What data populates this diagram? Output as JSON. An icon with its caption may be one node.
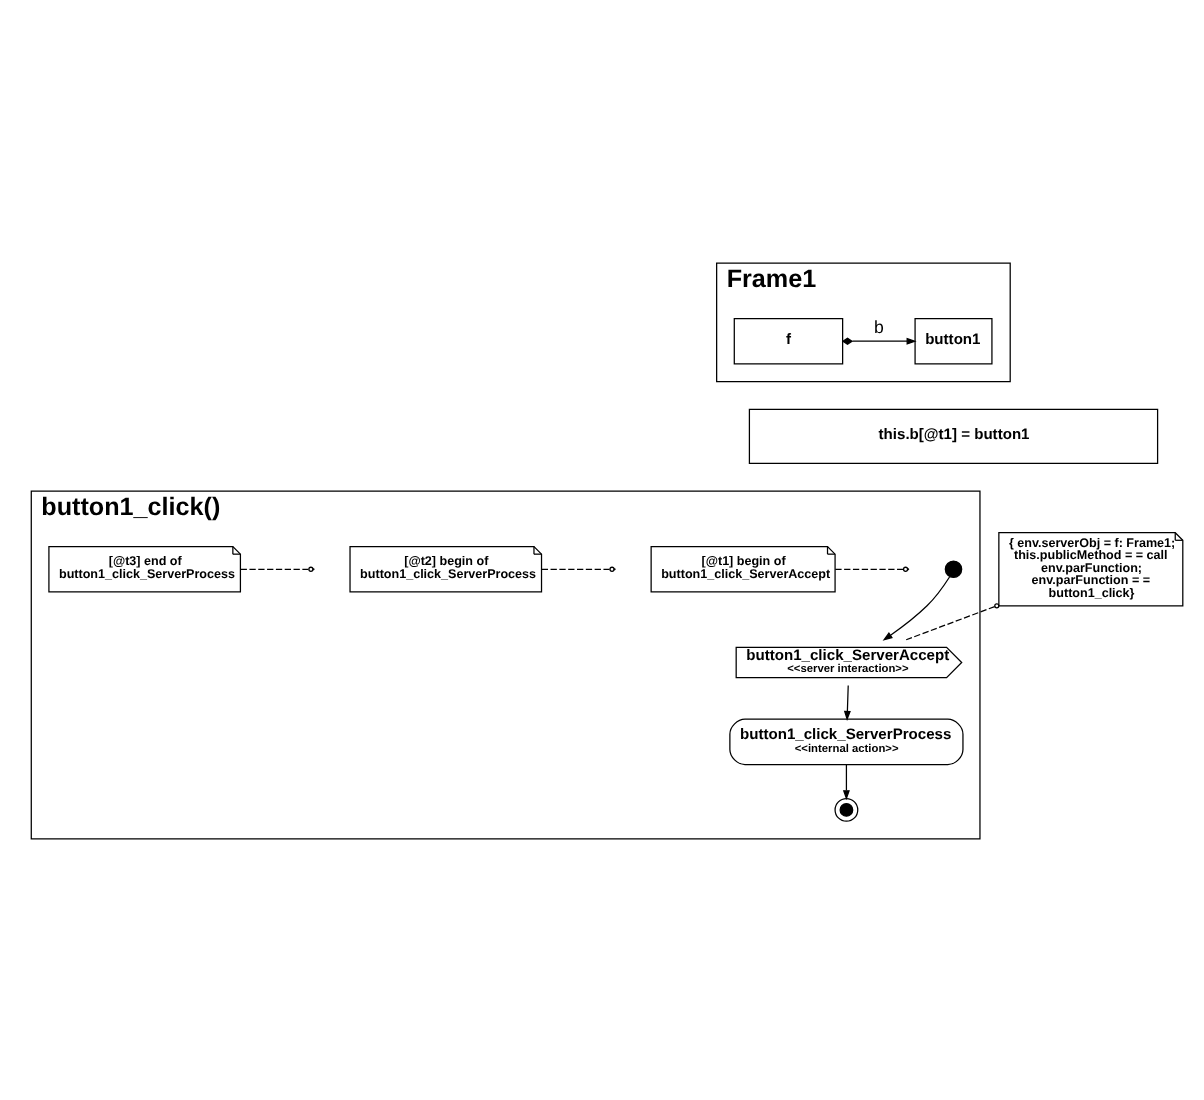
{
  "diagram": {
    "nodes": [
      {
        "text": [
          "Frame1"
        ]
      },
      {
        "text": [
          "button1"
        ],
        "in": 0
      },
      {
        "text": [
          "f"
        ],
        "in": 0
      },
      {
        "text": [
          "this.b[@t1] = button1"
        ]
      },
      {
        "text": [
          "button1_click()"
        ]
      },
      {
        "text": [],
        "shape": "circle",
        "in": 4
      },
      {
        "text": [
          "button1_click_ServerAccept",
          "<<server interaction>>"
        ],
        "in": 4
      },
      {
        "text": [
          "button1_click_ServerProcess",
          "<<internal action>>"
        ],
        "in": 4
      },
      {
        "text": [],
        "shape": "circle",
        "in": 4
      },
      {
        "text": [
          "[@t1] begin of button1_click_ServerAccept"
        ],
        "in": 4
      },
      {
        "text": [
          "[@t2] begin of button1_click_ServerProcess"
        ],
        "in": 4
      },
      {
        "text": [
          "[@t3] end of button1_click_ServerProcess"
        ],
        "in": 4
      },
      {
        "text": [
          "{ env.serverObj = f: Frame1; this.publicMethod = = call env.parFunction; env.parFunction = = button1_click}"
        ]
      }
    ],
    "edges": [
      {
        "from": 2,
        "to": 1,
        "arrow": "to",
        "label": "b"
      },
      {
        "from": 5,
        "to": 6,
        "arrow": "to"
      },
      {
        "from": 6,
        "to": 7,
        "arrow": "to"
      },
      {
        "from": 7,
        "to": 8,
        "arrow": "to"
      },
      {
        "from": 9,
        "to": null,
        "arrow": "other",
        "style": "dashed"
      },
      {
        "from": 10,
        "to": null,
        "arrow": "other",
        "style": "dashed"
      },
      {
        "from": 11,
        "to": null,
        "arrow": "other",
        "style": "dashed"
      },
      {
        "from": 12,
        "to": 6,
        "arrow": "other",
        "style": "dashed"
      }
    ]
  }
}
